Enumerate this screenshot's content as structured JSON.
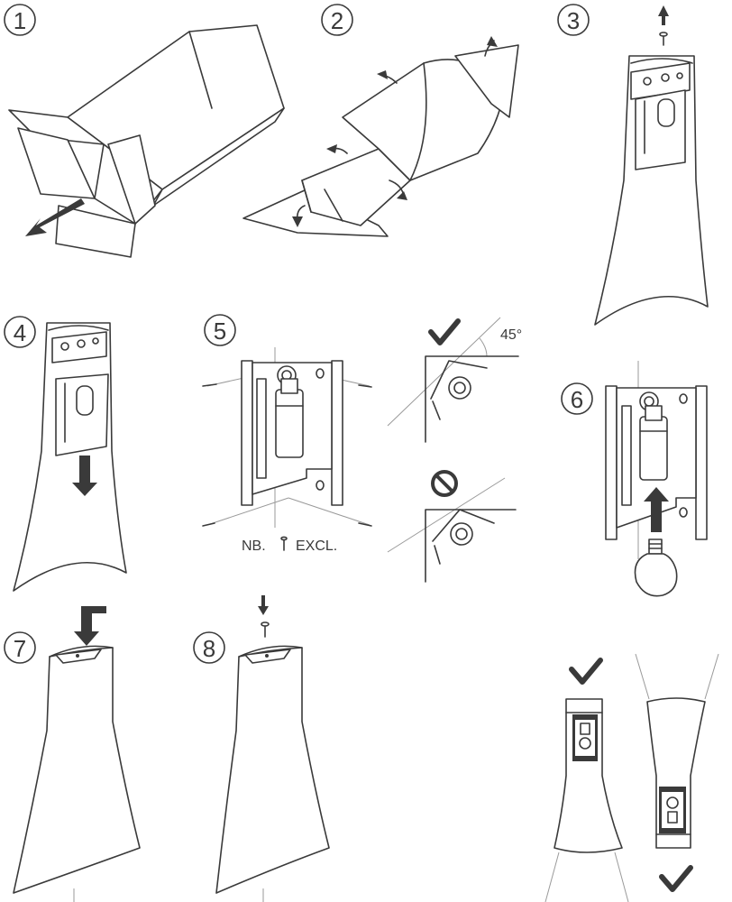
{
  "steps": [
    {
      "number": "1"
    },
    {
      "number": "2"
    },
    {
      "number": "3"
    },
    {
      "number": "4"
    },
    {
      "number": "5"
    },
    {
      "number": "6"
    },
    {
      "number": "7"
    },
    {
      "number": "8"
    }
  ],
  "angle_label": "45°",
  "note": {
    "prefix": "NB.",
    "suffix": "EXCL."
  },
  "icons": {
    "ok": "checkmark-icon",
    "not_ok": "prohibited-icon",
    "screw": "screw-icon"
  },
  "colors": {
    "line": "#3a3a3a",
    "guide": "#9a9a9a"
  }
}
